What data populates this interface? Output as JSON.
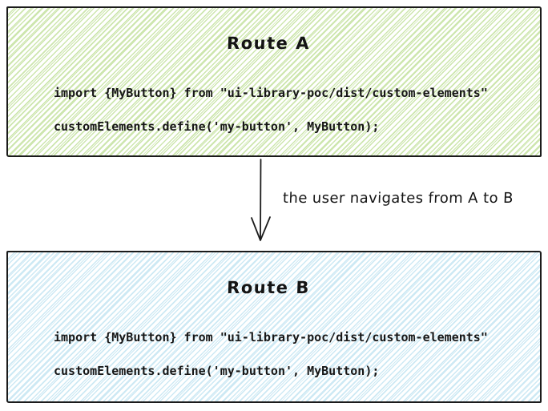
{
  "diagram": {
    "background_color": "#ffffff",
    "stroke_color": "#1b1b1b",
    "boxes": [
      {
        "title": "Route A",
        "hatch_color": "#cde6ae",
        "code_lines": [
          "import {MyButton} from \"ui-library-poc/dist/custom-elements\"",
          "customElements.define('my-button', MyButton);"
        ]
      },
      {
        "title": "Route B",
        "hatch_color": "#cde9f4",
        "code_lines": [
          "import {MyButton} from \"ui-library-poc/dist/custom-elements\"",
          "customElements.define('my-button', MyButton);"
        ]
      }
    ],
    "arrow": {
      "direction": "down",
      "label": "the user navigates from A to B"
    }
  }
}
